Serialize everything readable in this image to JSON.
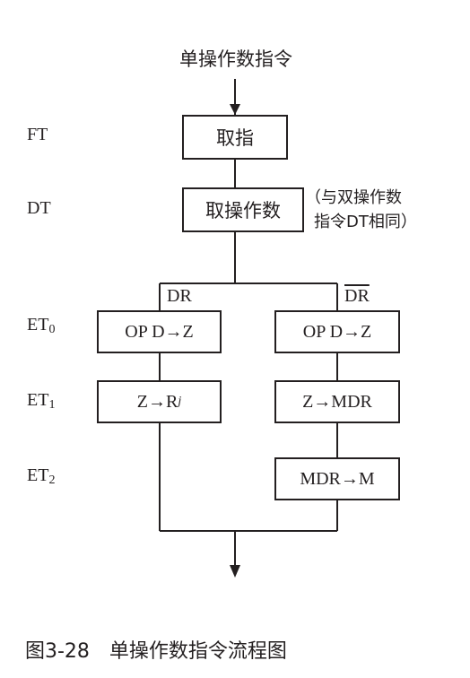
{
  "entry_label": "单操作数指令",
  "stages": {
    "ft": "FT",
    "dt": "DT",
    "et0": "ET",
    "et0_sub": "0",
    "et1": "ET",
    "et1_sub": "1",
    "et2": "ET",
    "et2_sub": "2"
  },
  "boxes": {
    "fetch": "取指",
    "fetch_operand": "取操作数",
    "left_et0": "OP D→Z",
    "left_et1": "Z→R",
    "left_et1_sub": "j",
    "right_et0": "OP D→Z",
    "right_et1": "Z→MDR",
    "right_et2": "MDR→M"
  },
  "note": {
    "line1": "（与双操作数",
    "line2": "指令DT相同）"
  },
  "branches": {
    "left": "DR",
    "right": "DR"
  },
  "caption": "图3-28　单操作数指令流程图"
}
